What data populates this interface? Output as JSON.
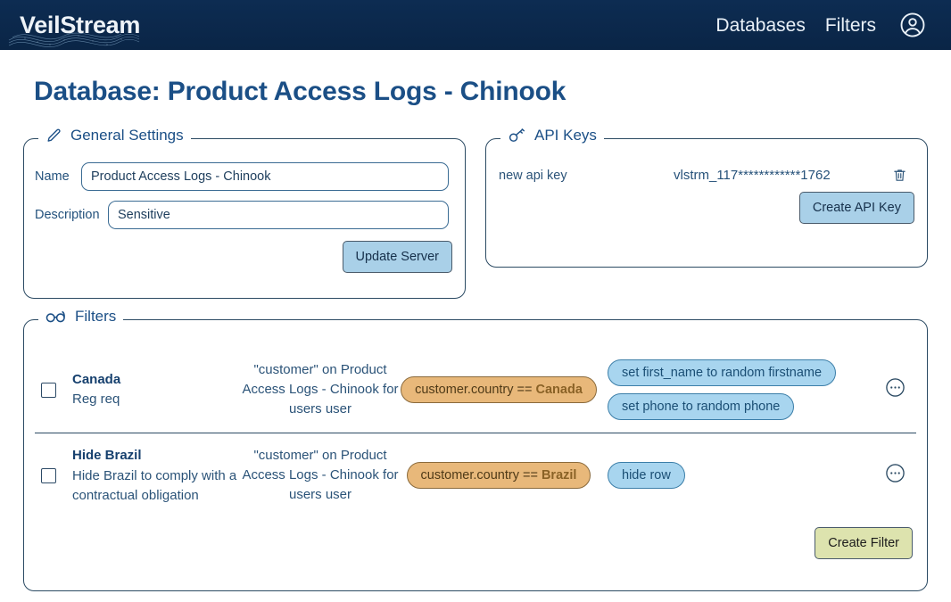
{
  "navbar": {
    "brand": "VeilStream",
    "brand_wave_icon": "wave-graphic",
    "links": [
      {
        "label": "Databases",
        "name": "nav-link-databases"
      },
      {
        "label": "Filters",
        "name": "nav-link-filters"
      }
    ],
    "avatar_icon": "account-circle-icon",
    "background_color": "#0b2a4f"
  },
  "page": {
    "title": "Database: Product Access Logs - Chinook",
    "title_color": "#1b4f86"
  },
  "general_settings": {
    "legend": "General Settings",
    "legend_icon": "pencil-icon",
    "name_label": "Name",
    "name_value": "Product Access Logs - Chinook",
    "description_label": "Description",
    "description_value": "Sensitive",
    "update_button": "Update Server",
    "update_button_color": "#a9d0e8"
  },
  "api_keys": {
    "legend": "API Keys",
    "legend_icon": "key-icon",
    "rows": [
      {
        "name": "new api key",
        "value": "vlstrm_117************1762",
        "delete_icon": "trash-icon"
      }
    ],
    "create_button": "Create API Key",
    "create_button_color": "#a9d0e8"
  },
  "filters": {
    "legend": "Filters",
    "legend_icon": "glasses-icon",
    "create_button": "Create Filter",
    "create_button_color": "#dde3ae",
    "menu_icon": "more-options-icon",
    "rows": [
      {
        "checked": false,
        "name": "Canada",
        "description": "Reg req",
        "target": "\"customer\" on Product Access Logs - Chinook for users user",
        "condition_prefix": "customer.country == ",
        "condition_value": "Canada",
        "actions": [
          "set first_name to random firstname",
          "set phone to random phone"
        ]
      },
      {
        "checked": false,
        "name": "Hide Brazil",
        "description": "Hide Brazil to comply with a contractual obligation",
        "target": "\"customer\" on Product Access Logs - Chinook for users user",
        "condition_prefix": "customer.country == ",
        "condition_value": "Brazil",
        "actions": [
          "hide row"
        ]
      }
    ]
  }
}
